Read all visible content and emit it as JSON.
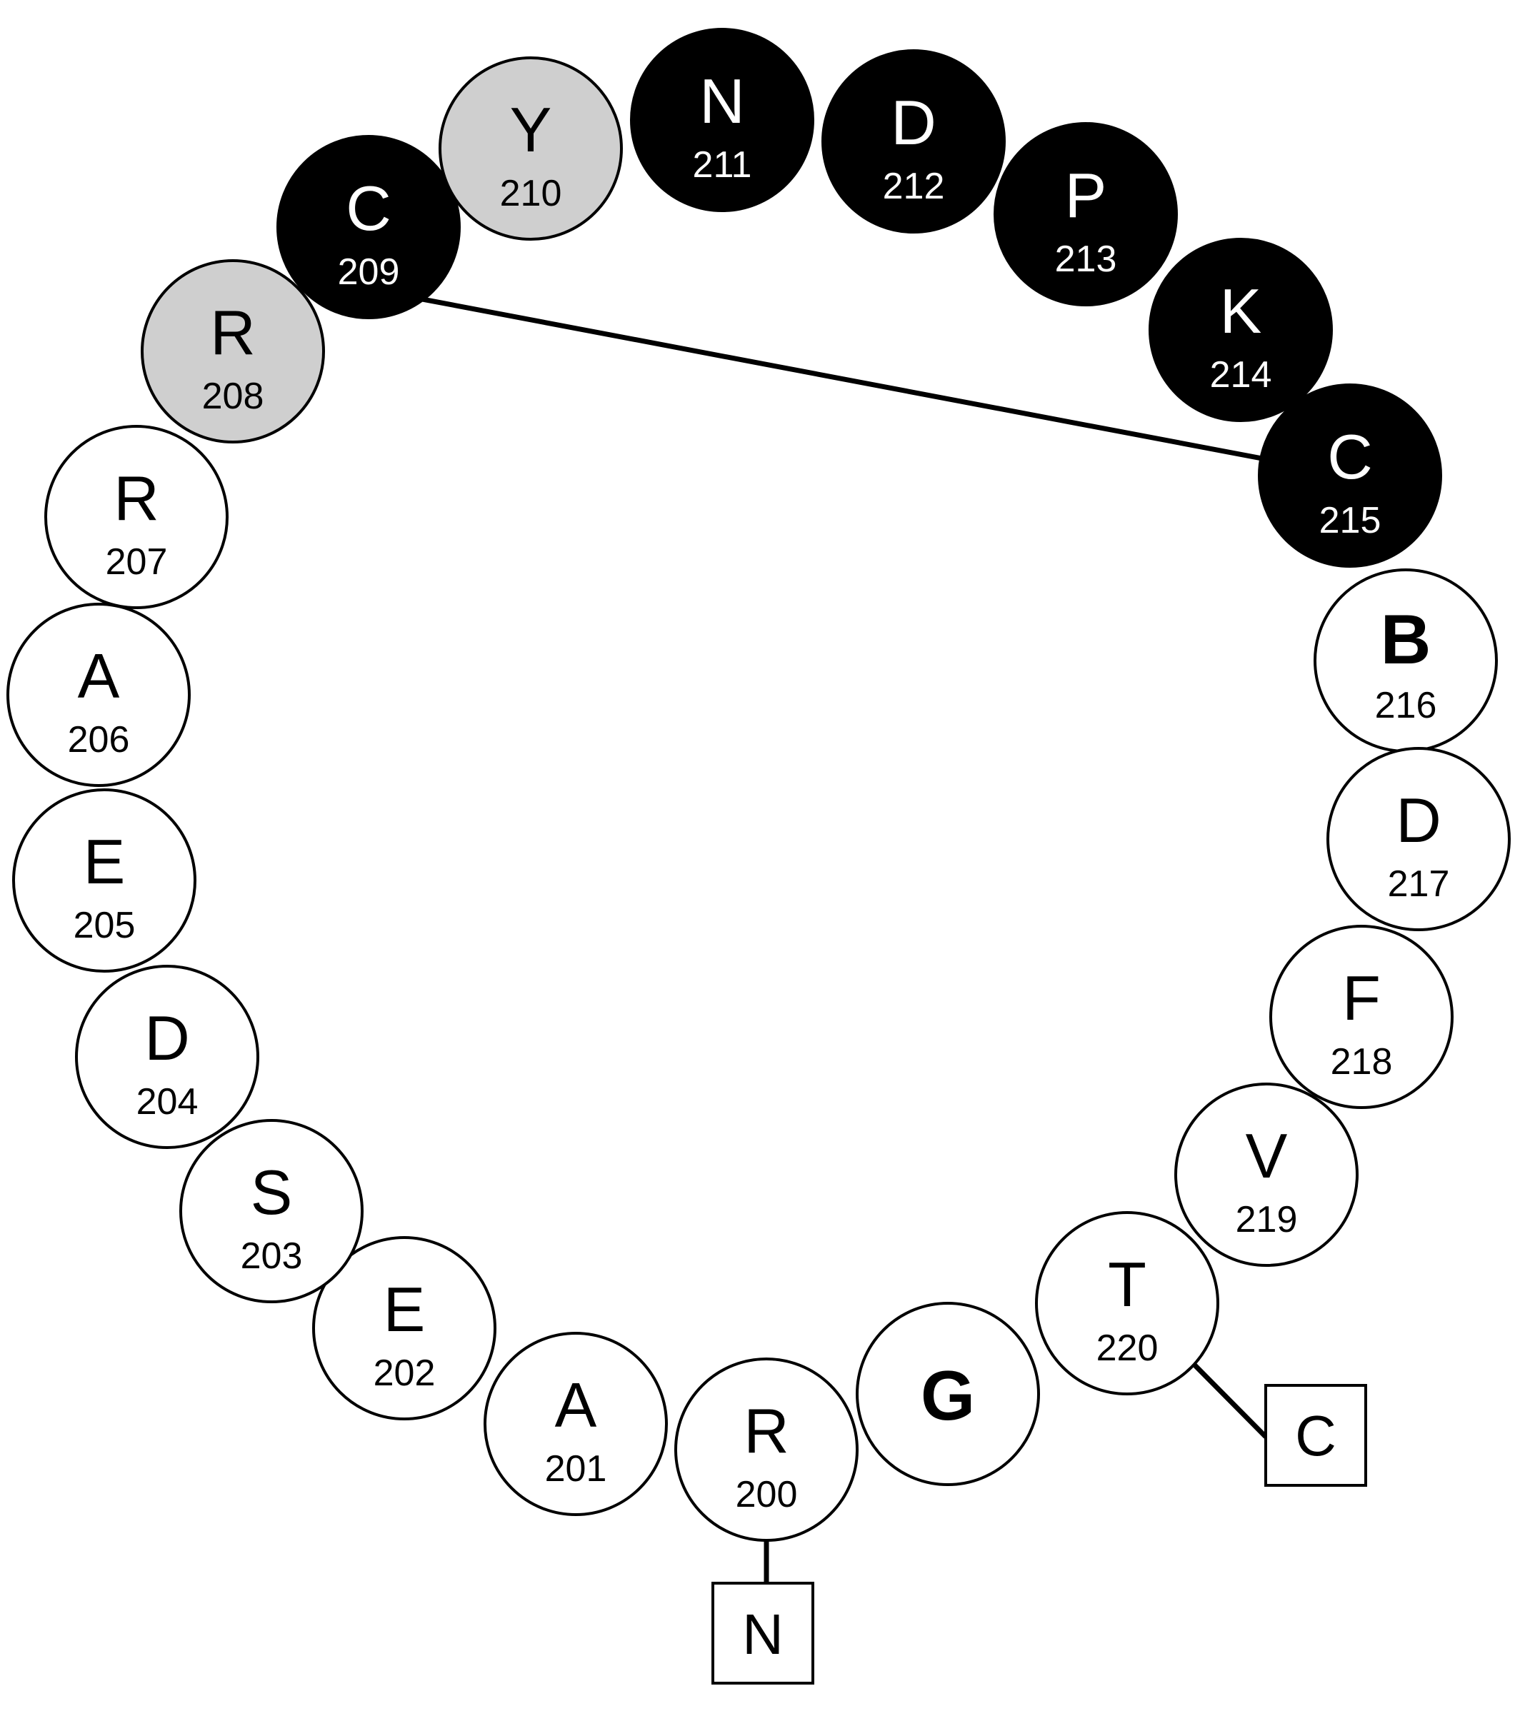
{
  "diagram": {
    "type": "helical-wheel-loop",
    "colors": {
      "black": "#000000",
      "gray": "#cfcfcf",
      "white": "#ffffff"
    },
    "residues": [
      {
        "letter": "R",
        "number": "200",
        "fill": "white"
      },
      {
        "letter": "A",
        "number": "201",
        "fill": "white"
      },
      {
        "letter": "E",
        "number": "202",
        "fill": "white"
      },
      {
        "letter": "S",
        "number": "203",
        "fill": "white"
      },
      {
        "letter": "D",
        "number": "204",
        "fill": "white"
      },
      {
        "letter": "E",
        "number": "205",
        "fill": "white"
      },
      {
        "letter": "A",
        "number": "206",
        "fill": "white"
      },
      {
        "letter": "R",
        "number": "207",
        "fill": "white"
      },
      {
        "letter": "R",
        "number": "208",
        "fill": "gray"
      },
      {
        "letter": "C",
        "number": "209",
        "fill": "black"
      },
      {
        "letter": "Y",
        "number": "210",
        "fill": "gray"
      },
      {
        "letter": "N",
        "number": "211",
        "fill": "black"
      },
      {
        "letter": "D",
        "number": "212",
        "fill": "black"
      },
      {
        "letter": "P",
        "number": "213",
        "fill": "black"
      },
      {
        "letter": "K",
        "number": "214",
        "fill": "black"
      },
      {
        "letter": "C",
        "number": "215",
        "fill": "black"
      },
      {
        "letter": "B",
        "number": "216",
        "fill": "white",
        "bold": true
      },
      {
        "letter": "D",
        "number": "217",
        "fill": "white"
      },
      {
        "letter": "F",
        "number": "218",
        "fill": "white"
      },
      {
        "letter": "V",
        "number": "219",
        "fill": "white"
      },
      {
        "letter": "T",
        "number": "220",
        "fill": "white"
      },
      {
        "letter": "G",
        "number": "",
        "fill": "white",
        "bold": true
      }
    ],
    "bond": {
      "from": "209",
      "to": "215"
    },
    "n_terminus": {
      "label": "N",
      "attached_to": "200"
    },
    "c_terminus": {
      "label": "C",
      "attached_to": "220"
    }
  }
}
